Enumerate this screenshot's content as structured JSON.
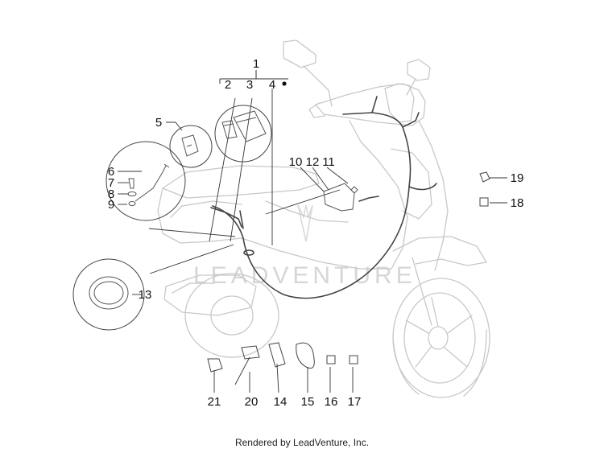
{
  "callouts": {
    "c1": "1",
    "c2": "2",
    "c3": "3",
    "c4": "4",
    "c5": "5",
    "c6": "6",
    "c7": "7",
    "c8": "8",
    "c9": "9",
    "c10": "10",
    "c11": "11",
    "c12": "12",
    "c13": "13",
    "c14": "14",
    "c15": "15",
    "c16": "16",
    "c17": "17",
    "c18": "18",
    "c19": "19",
    "c20": "20",
    "c21": "21"
  },
  "watermark": "LEADVENTURE",
  "footer": "Rendered by LeadVenture, Inc.",
  "colors": {
    "outline": "#c8c8c8",
    "harness": "#444444",
    "leader": "#333333",
    "text": "#111111"
  }
}
